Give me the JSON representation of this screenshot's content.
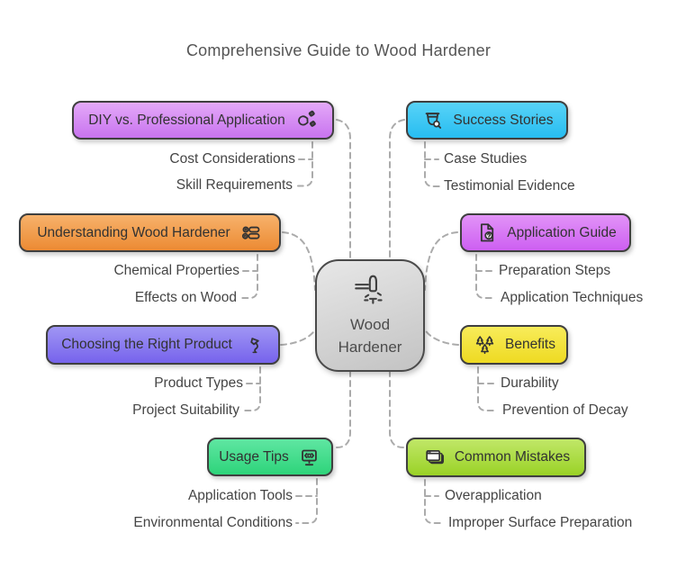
{
  "title": "Comprehensive Guide to Wood Hardener",
  "center": {
    "label": "Wood Hardener",
    "icon": "hammer-impact-icon",
    "color": "#d2d2d2"
  },
  "connector_color": "#ababab",
  "branches": [
    {
      "label": "DIY vs. Professional Application",
      "icon": "wrench-bolts-icon",
      "side": "left",
      "color": "#cd73ef",
      "children": [
        "Cost Considerations",
        "Skill Requirements"
      ]
    },
    {
      "label": "Success Stories",
      "icon": "trophy-search-icon",
      "side": "right",
      "color": "#38c6f4",
      "children": [
        "Case Studies",
        "Testimonial Evidence"
      ]
    },
    {
      "label": "Understanding Wood Hardener",
      "icon": "wood-logs-icon",
      "side": "left",
      "color": "#ef9a4a",
      "children": [
        "Chemical Properties",
        "Effects on Wood"
      ]
    },
    {
      "label": "Application Guide",
      "icon": "document-question-icon",
      "side": "right",
      "color": "#d672f4",
      "children": [
        "Preparation Steps",
        "Application Techniques"
      ]
    },
    {
      "label": "Choosing the Right Product",
      "icon": "paint-pour-icon",
      "side": "left",
      "color": "#8875ef",
      "children": [
        "Product Types",
        "Project Suitability"
      ]
    },
    {
      "label": "Benefits",
      "icon": "trees-icon",
      "side": "right",
      "color": "#f3e340",
      "children": [
        "Durability",
        "Prevention of Decay"
      ]
    },
    {
      "label": "Usage Tips",
      "icon": "monitor-code-icon",
      "side": "left",
      "color": "#43dc8c",
      "children": [
        "Application Tools",
        "Environmental Conditions"
      ]
    },
    {
      "label": "Common Mistakes",
      "icon": "layered-windows-icon",
      "side": "right",
      "color": "#aadc44",
      "children": [
        "Overapplication",
        "Improper Surface Preparation"
      ]
    }
  ]
}
